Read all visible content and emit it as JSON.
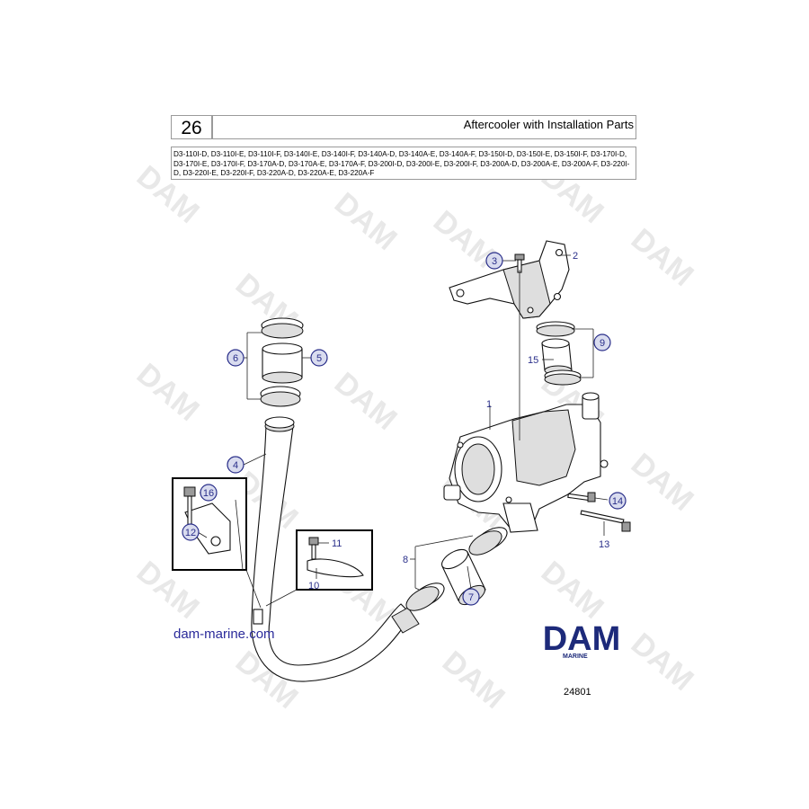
{
  "header": {
    "page_number": "26",
    "title": "Aftercooler with Installation Parts",
    "models": "D3-110I-D, D3-110I-E, D3-110I-F, D3-140I-E, D3-140I-F, D3-140A-D, D3-140A-E, D3-140A-F, D3-150I-D, D3-150I-E, D3-150I-F, D3-170I-D, D3-170I-E, D3-170I-F, D3-170A-D, D3-170A-E, D3-170A-F, D3-200I-D, D3-200I-E, D3-200I-F, D3-200A-D, D3-200A-E, D3-200A-F, D3-220I-D, D3-220I-E, D3-220I-F, D3-220A-D, D3-220A-E, D3-220A-F"
  },
  "callouts": {
    "c1": "1",
    "c2": "2",
    "c3": "3",
    "c4": "4",
    "c5": "5",
    "c6": "6",
    "c7": "7",
    "c8": "8",
    "c9": "9",
    "c10": "10",
    "c11": "11",
    "c12": "12",
    "c13": "13",
    "c14": "14",
    "c15": "15",
    "c16": "16"
  },
  "watermark_text": "DAM",
  "footer": {
    "site_url": "dam-marine.com",
    "logo_text": "DAM",
    "logo_subtext": "MARINE",
    "diagram_id": "24801"
  },
  "colors": {
    "callout_stroke": "#2a2f8a",
    "callout_fill": "#d9dcef",
    "logo_blue": "#1d2a7a",
    "watermark": "#e6e6e6"
  }
}
